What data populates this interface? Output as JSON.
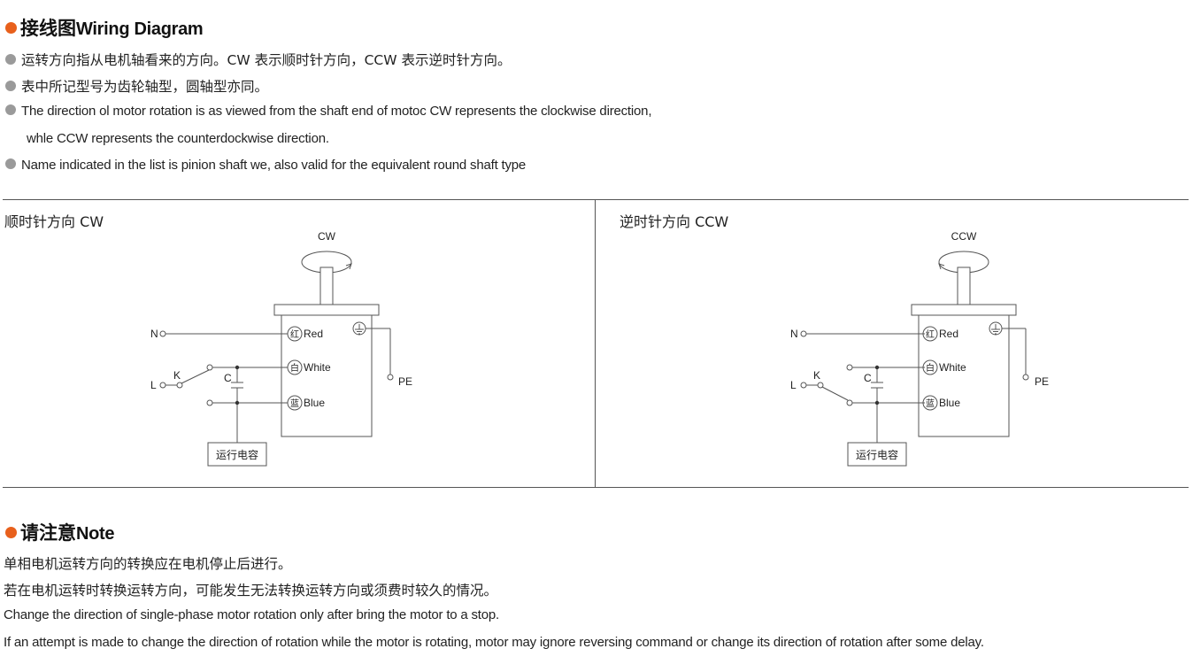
{
  "wiring": {
    "title_cn": "接线图",
    "title_en": "Wiring Diagram",
    "bullets": [
      "运转方向指从电机轴看来的方向。CW 表示顺时针方向，CCW 表示逆时针方向。",
      "表中所记型号为齿轮轴型，圆轴型亦同。",
      "The direction ol motor rotation is as viewed from the shaft end of motoc CW represents the clockwise direction,",
      "whle CCW represents the counterdockwise direction.",
      "Name indicated in the list is pinion shaft we, also valid for the equivalent round shaft type"
    ]
  },
  "diagrams": {
    "cw": {
      "panel_title": "顺时针方向 CW",
      "rotation_label": "CW",
      "terminal_n": "N",
      "terminal_l": "L",
      "switch_label": "K",
      "capacitor_label": "C",
      "pe_label": "PE",
      "wire_red_cn": "红",
      "wire_red": "Red",
      "wire_white_cn": "白",
      "wire_white": "White",
      "wire_blue_cn": "蓝",
      "wire_blue": "Blue",
      "capacitor_box": "运行电容"
    },
    "ccw": {
      "panel_title": "逆时针方向 CCW",
      "rotation_label": "CCW",
      "terminal_n": "N",
      "terminal_l": "L",
      "switch_label": "K",
      "capacitor_label": "C",
      "pe_label": "PE",
      "wire_red_cn": "红",
      "wire_red": "Red",
      "wire_white_cn": "白",
      "wire_white": "White",
      "wire_blue_cn": "蓝",
      "wire_blue": "Blue",
      "capacitor_box": "运行电容"
    }
  },
  "note": {
    "title_cn": "请注意",
    "title_en": "Note",
    "lines": [
      "单相电机运转方向的转换应在电机停止后进行。",
      "若在电机运转时转换运转方向，可能发生无法转换运转方向或须费时较久的情况。",
      "Change the direction of single-phase motor rotation only after bring the motor to a stop.",
      "If an attempt is made to change the direction of rotation while the motor is rotating, motor may ignore reversing command or change its direction of rotation after some delay."
    ]
  },
  "colors": {
    "accent": "#e8601c",
    "bullet_grey": "#9a9a9a",
    "line": "#555555"
  }
}
